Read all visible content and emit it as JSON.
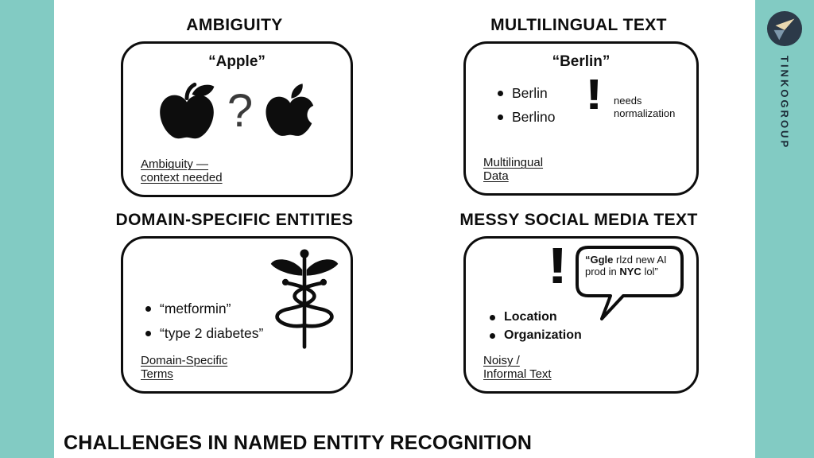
{
  "page": {
    "bottom_title": "CHALLENGES IN NAMED ENTITY RECOGNITION"
  },
  "brand": {
    "name": "TINKOGROUP"
  },
  "colors": {
    "accent_teal": "#82CBC3",
    "ink": "#0d0d0d",
    "logo_navy": "#2C3A49",
    "logo_cream": "#EAD9B0",
    "logo_blue": "#7E98AC"
  },
  "cards": {
    "ambiguity": {
      "title": "AMBIGUITY",
      "term": "“Apple”",
      "question_mark": "?",
      "icons": [
        "apple-fruit-icon",
        "apple-logo-icon"
      ],
      "caption_line1": "Ambiguity —",
      "caption_line2": "context needed"
    },
    "multilingual": {
      "title": "MULTILINGUAL TEXT",
      "term": "“Berlin”",
      "bullets": [
        "Berlin",
        "Berlino"
      ],
      "exclamation": "!",
      "note_line1": "needs",
      "note_line2": "normalization",
      "caption_line1": "Multilingual",
      "caption_line2": "Data"
    },
    "domain": {
      "title": "DOMAIN-SPECIFIC ENTITIES",
      "icon": "caduceus-icon",
      "bullets": [
        "“metformin”",
        "“type 2 diabetes”"
      ],
      "caption_line1": "Domain-Specific",
      "caption_line2": "Terms"
    },
    "social": {
      "title": "MESSY SOCIAL MEDIA TEXT",
      "exclamation": "!",
      "bubble": {
        "bold1": "“Ggle",
        "text1": " rlzd new AI prod in ",
        "bold2": "NYC",
        "text2": " lol”"
      },
      "bullets": [
        "Location",
        "Organization"
      ],
      "caption_line1": "Noisy /",
      "caption_line2": "Informal Text"
    }
  }
}
